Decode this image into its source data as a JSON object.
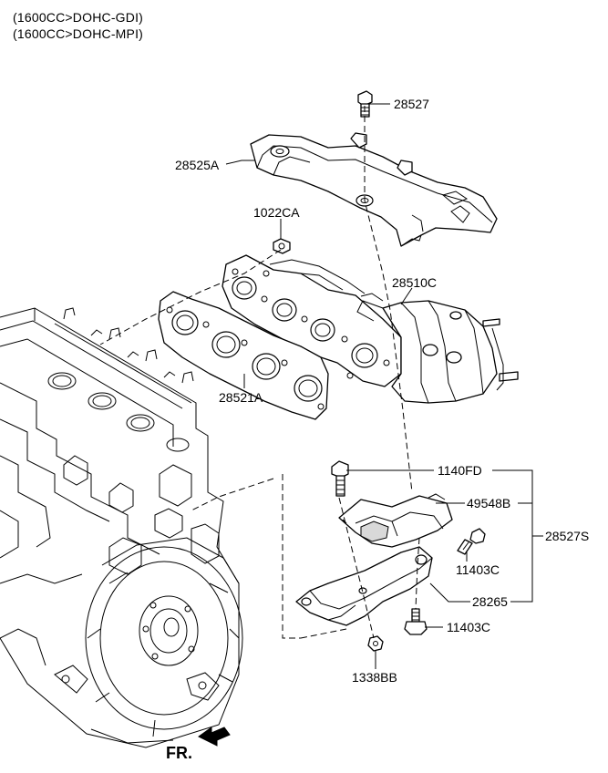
{
  "header": {
    "line1": "(1600CC>DOHC-GDI)",
    "line2": "(1600CC>DOHC-MPI)"
  },
  "labels": {
    "bolt_top": "28527",
    "heat_protector": "28525A",
    "nut": "1022CA",
    "manifold_catalyst": "28510C",
    "gasket": "28521A",
    "bolt_flange": "1140FD",
    "insulator": "49548B",
    "group": "28527S",
    "bolt_stay_upper": "11403C",
    "stay": "28265",
    "bolt_stay_lower": "11403C",
    "nut_lower": "1338BB",
    "front_mark": "FR."
  }
}
